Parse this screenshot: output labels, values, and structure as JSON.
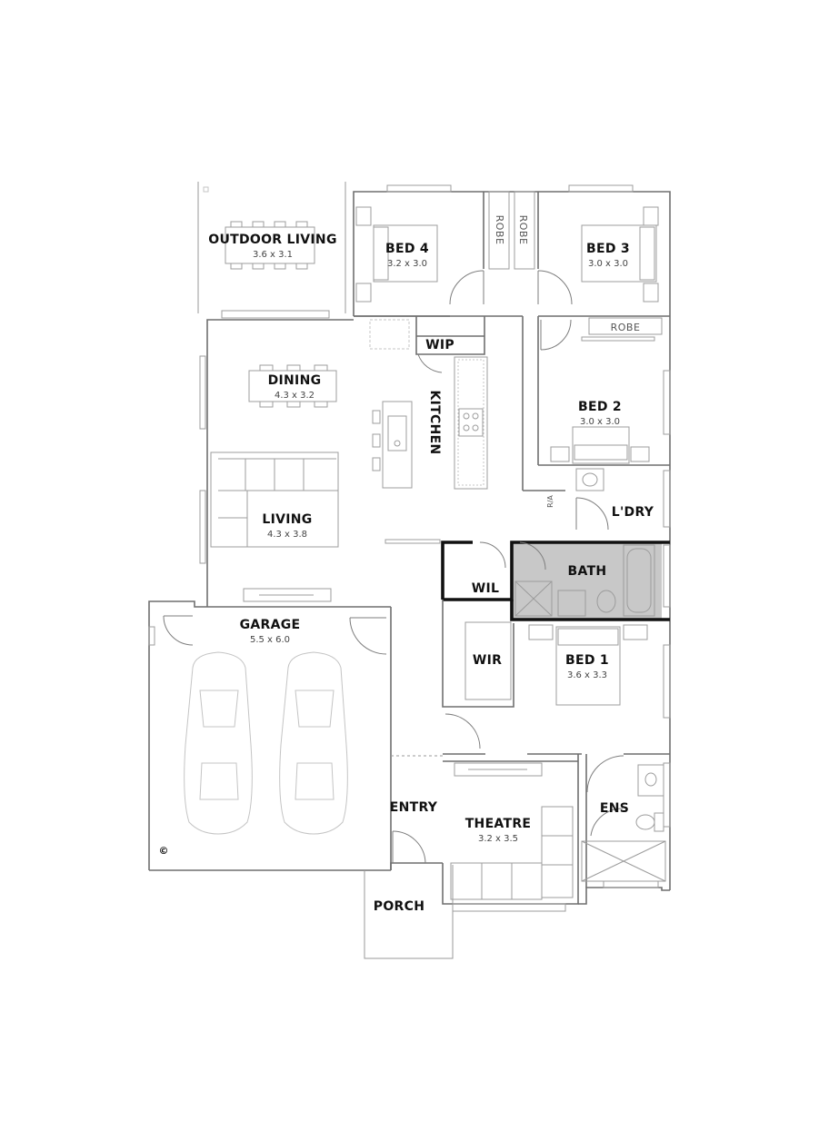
{
  "rooms": {
    "outdoor_living": {
      "name": "OUTDOOR LIVING",
      "dims": "3.6 x 3.1"
    },
    "bed4": {
      "name": "BED 4",
      "dims": "3.2 x 3.0"
    },
    "bed3": {
      "name": "BED 3",
      "dims": "3.0 x 3.0"
    },
    "bed2": {
      "name": "BED 2",
      "dims": "3.0 x 3.0"
    },
    "bed1": {
      "name": "BED 1",
      "dims": "3.6 x 3.3"
    },
    "dining": {
      "name": "DINING",
      "dims": "4.3 x 3.2"
    },
    "living": {
      "name": "LIVING",
      "dims": "4.3 x 3.8"
    },
    "garage": {
      "name": "GARAGE",
      "dims": "5.5 x 6.0"
    },
    "theatre": {
      "name": "THEATRE",
      "dims": "3.2 x 3.5"
    },
    "wip": {
      "name": "WIP"
    },
    "kitchen": {
      "name": "KITCHEN"
    },
    "laundry": {
      "name": "L'DRY"
    },
    "bath": {
      "name": "BATH"
    },
    "wil": {
      "name": "WIL"
    },
    "wir": {
      "name": "WIR"
    },
    "entry": {
      "name": "ENTRY"
    },
    "ens": {
      "name": "ENS"
    },
    "porch": {
      "name": "PORCH"
    }
  },
  "labels": {
    "robe_a": "ROBE",
    "robe_b": "ROBE",
    "robe_bed2": "ROBE",
    "ra": "R/A",
    "copyright": "©"
  },
  "colors": {
    "wall": "#6f6f6f",
    "bold_wall": "#111111",
    "bath_fill": "#c8c8c8",
    "fixture": "#9c9c9c"
  }
}
